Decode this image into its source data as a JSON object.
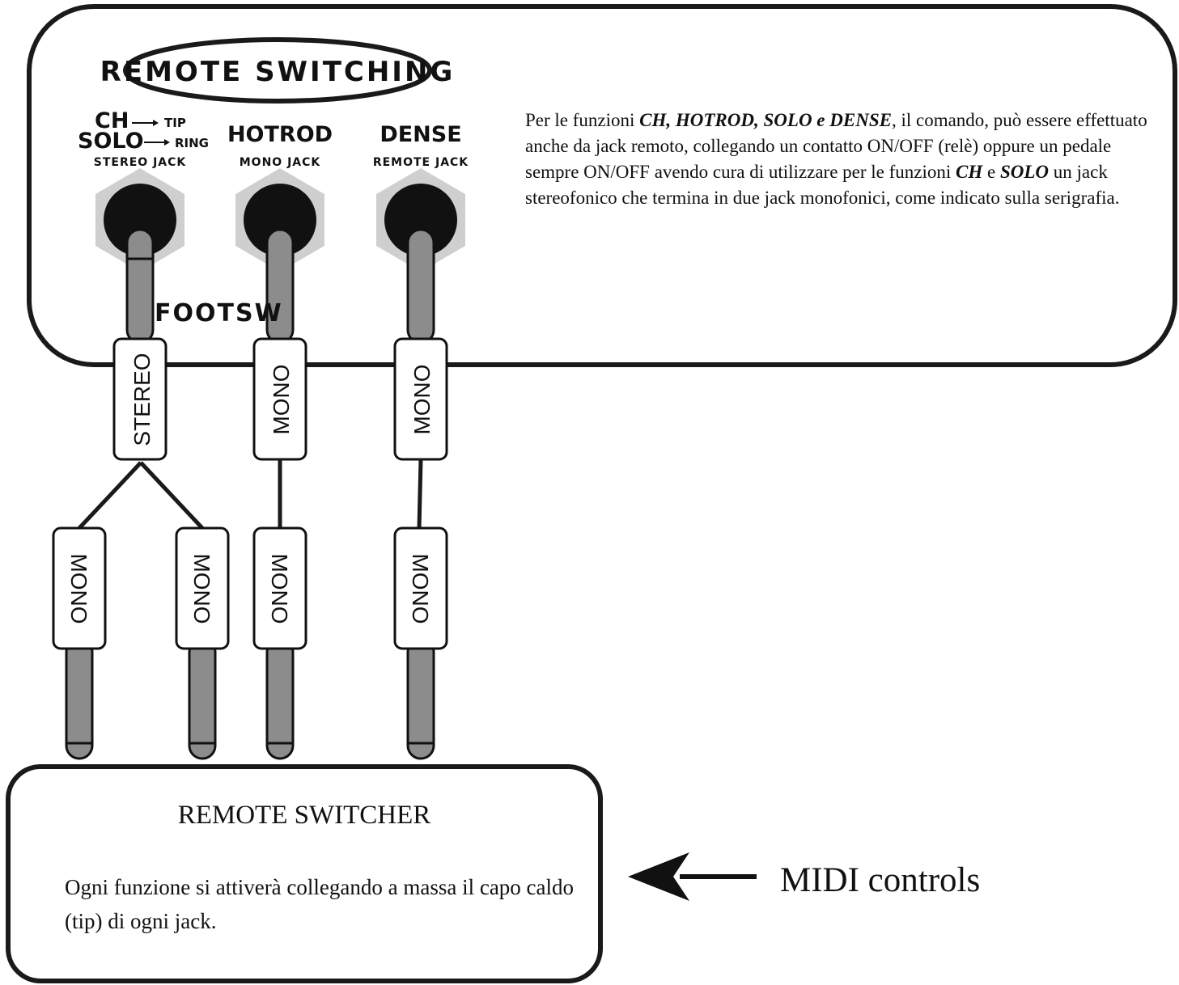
{
  "header": {
    "title": "REMOTE SWITCHING"
  },
  "jacks": [
    {
      "name": "CH",
      "name2": "SOLO",
      "tip": "TIP",
      "ring": "RING",
      "type": "STEREO JACK"
    },
    {
      "name": "HOTROD",
      "type": "MONO JACK"
    },
    {
      "name": "DENSE",
      "type": "REMOTE JACK"
    }
  ],
  "footsw_label": "FOOTSW",
  "plugs": {
    "stereo": "STEREO",
    "mono": "MONO"
  },
  "description": {
    "p1": "Per le funzioni ",
    "b1": "CH, HOTROD, SOLO e DENSE",
    "p2": ", il comando, può essere effettuato anche da jack remoto, collegando un contatto ON/OFF (relè) oppure un pedale sempre ON/OFF avendo cura di utilizzare per le funzioni ",
    "b2": "CH",
    "p3": " e ",
    "b3": "SOLO",
    "p4": " un jack stereofonico che termina in due jack monofonici, come indicato sulla serigrafia."
  },
  "switcher": {
    "title": "REMOTE SWITCHER",
    "text": "Ogni funzione si attiverà collegando a massa il capo caldo (tip) di ogni jack."
  },
  "midi_label": "MIDI controls",
  "colors": {
    "line": "#1a1a1a",
    "cable": "#8c8c8c",
    "hex": "#cfcfcf",
    "socket": "#111111"
  }
}
